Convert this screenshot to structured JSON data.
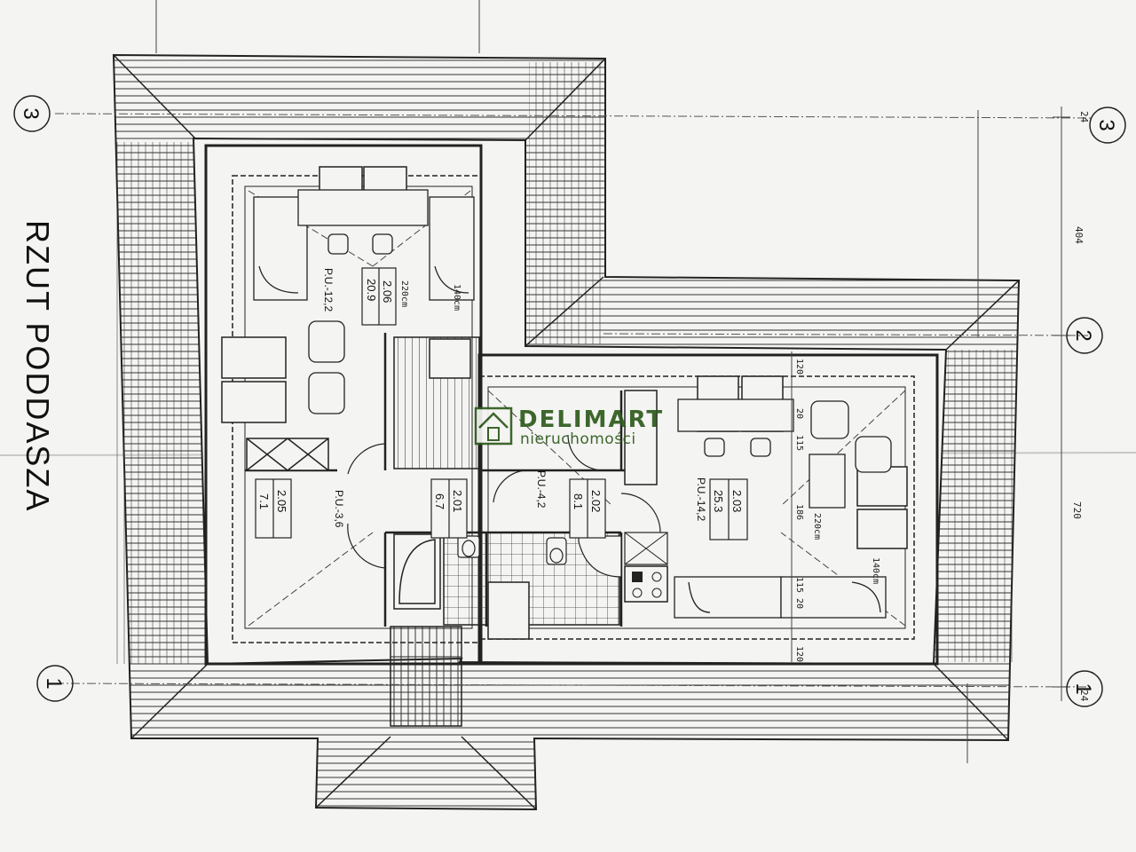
{
  "title": "RZUT PODDASZA",
  "axes": {
    "left_3": "3",
    "right_3": "3",
    "right_2": "2",
    "left_1": "1",
    "right_1": "1"
  },
  "dimensions": {
    "d404": "404",
    "d720": "720",
    "d24_top": "24",
    "d24_bottom": "24",
    "d120_a": "120",
    "d120_b": "120",
    "d115_a": "115",
    "d115_b": "115",
    "d186": "186",
    "d20_a": "20",
    "d20_b": "20",
    "d220_a": "220cm",
    "d140_a": "140cm",
    "d220_b": "220cm",
    "d140_b": "140cm"
  },
  "rooms": [
    {
      "id": "2.06",
      "area": "20.9",
      "pu": "P.U.-12,2"
    },
    {
      "id": "2.05",
      "area": "7.1",
      "pu": "P.U.-3,6"
    },
    {
      "id": "2.01",
      "area": "6.7",
      "pu": ""
    },
    {
      "id": "2.02",
      "area": "8.1",
      "pu": "P.U.-4,2"
    },
    {
      "id": "2.03",
      "area": "25.3",
      "pu": "P.U.-14,2"
    }
  ],
  "brand": {
    "name": "DELIMART",
    "tagline": "nieruchomości",
    "color": "#2e5a1c"
  },
  "colors": {
    "ink": "#1c1c1c",
    "paper": "#f4f4f2"
  }
}
